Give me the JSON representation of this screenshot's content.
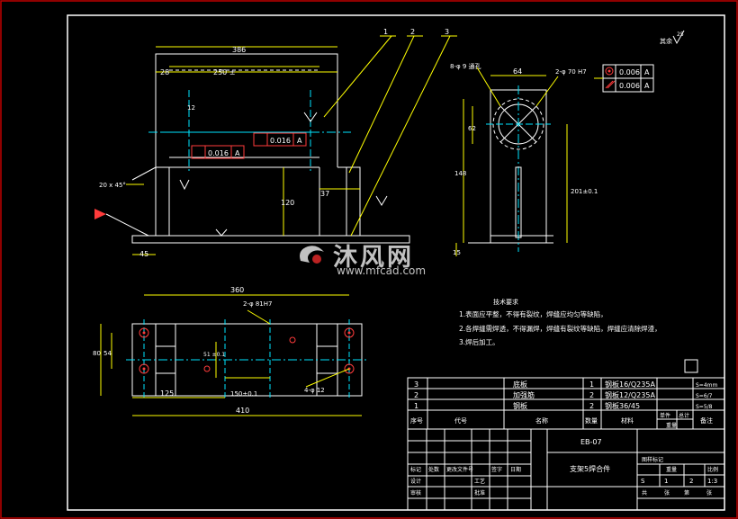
{
  "colors": {
    "background": "#000000",
    "frame": "#ffffff",
    "border_red": "#c00000",
    "magenta": "#ff00ff",
    "cyan": "#00e5ff",
    "yellow": "#ffff00",
    "red": "#ff3b3b",
    "green": "#33ff33",
    "blue": "#4060ff"
  },
  "front_view": {
    "dim_top": "386",
    "dim_inner": "250 ±",
    "dim_left": "28",
    "dim_chamfer": "20 x 45°",
    "dim_base": "45",
    "dim_height": "120",
    "dim_small": "37",
    "tol_label": "12",
    "flat_value": "0.016",
    "flat_ref": "A"
  },
  "balloons": [
    "1",
    "2",
    "3"
  ],
  "side_view": {
    "hole_note": "8-φ 9 通孔",
    "dim_width": "64",
    "bore_note": "2-φ 70 H7",
    "dim_depth": "62",
    "dim_left_h": "148",
    "dim_right_h": "201±0.1",
    "dim_bottom": "15",
    "tol_rows": [
      {
        "value": "0.006",
        "ref": "A"
      },
      {
        "value": "0.006",
        "ref": "A"
      }
    ]
  },
  "roughness_note": "其余",
  "roughness_value": "25",
  "top_view": {
    "dim_top": "360",
    "bore_note": "2-φ 81H7",
    "dim_left_outer": "80",
    "dim_left_inner": "54",
    "dim_pitch": "150±0.1",
    "dim_center": "51 ±0.1",
    "dim_span": "125",
    "dim_total": "410",
    "hole_note": "4-φ 12"
  },
  "tech_req": {
    "title": "技术要求",
    "items": [
      "1.表面应平整，不得有裂纹，焊缝应均匀等缺陷，",
      "2.各焊缝需焊透，不得漏焊，焊缝有裂纹等缺陷，焊缝应清除焊渣，",
      "3.焊后加工。"
    ]
  },
  "bom": {
    "rows": [
      {
        "no": "3",
        "code": "",
        "name": "底板",
        "qty": "1",
        "material": "钢板16/Q235A",
        "note": "S=4mm"
      },
      {
        "no": "2",
        "code": "",
        "name": "加强筋",
        "qty": "2",
        "material": "钢板12/Q235A",
        "note": "S=6/7"
      },
      {
        "no": "1",
        "code": "",
        "name": "钢板",
        "qty": "2",
        "material": "钢板36/45",
        "note": "S=5/8"
      }
    ],
    "headers": [
      "序号",
      "代号",
      "名称",
      "数量",
      "材料",
      "单件",
      "总计",
      "备注"
    ],
    "weight_header": "重量"
  },
  "title_block": {
    "drawing_no": "EB-07",
    "drawing_name": "支架5焊合件",
    "labels": [
      "标记",
      "处数",
      "更改文件号",
      "签字",
      "日期",
      "设计",
      "审核",
      "工艺",
      "批准"
    ],
    "right_labels": [
      "图样标记",
      "重量",
      "比例"
    ],
    "scale": "1:3",
    "sheet_labels": [
      "共",
      "张",
      "第",
      "张"
    ],
    "qty_values": [
      "S",
      "1",
      "2"
    ]
  },
  "watermark": {
    "name": "沐风网",
    "url": "www.mfcad.com"
  }
}
